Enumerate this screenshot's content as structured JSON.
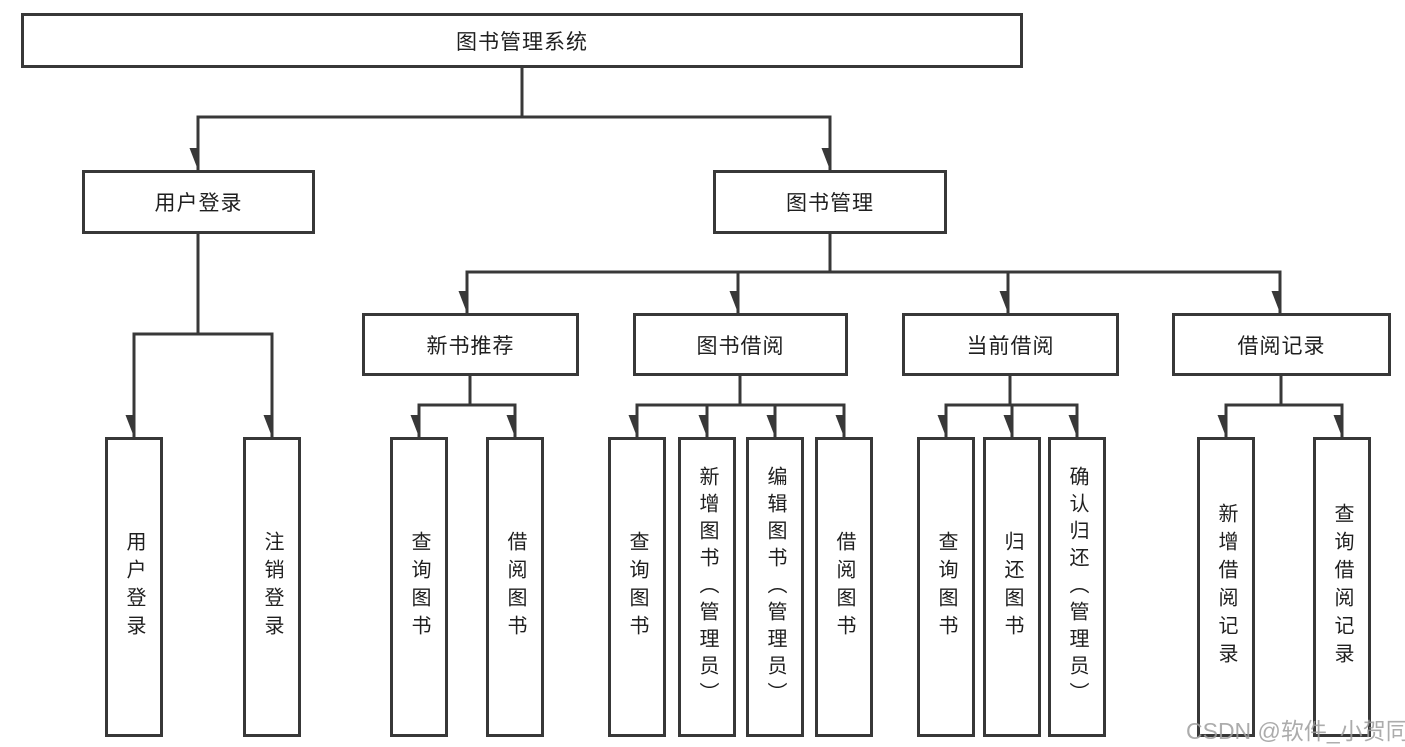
{
  "diagram": {
    "root": {
      "label": "图书管理系统"
    },
    "level2": {
      "user_login": {
        "label": "用户登录"
      },
      "book_management": {
        "label": "图书管理"
      }
    },
    "level3": {
      "new_book_recommend": {
        "label": "新书推荐"
      },
      "book_borrowing": {
        "label": "图书借阅"
      },
      "current_borrowing": {
        "label": "当前借阅"
      },
      "borrowing_records": {
        "label": "借阅记录"
      }
    },
    "leaves": {
      "user_login": [
        "用户登录",
        "注销登录"
      ],
      "new_book_recommend": [
        "查询图书",
        "借阅图书"
      ],
      "book_borrowing": [
        "查询图书",
        "新增图书（管理员）",
        "编辑图书（管理员）",
        "借阅图书"
      ],
      "current_borrowing": [
        "查询图书",
        "归还图书",
        "确认归还（管理员）"
      ],
      "borrowing_records": [
        "新增借阅记录",
        "查询借阅记录"
      ]
    },
    "watermark": "CSDN @软件_小贺同学",
    "colors": {
      "line": "#383838",
      "text": "#1f1f1f",
      "background": "#ffffff",
      "watermark": "#9e9e9e"
    }
  }
}
